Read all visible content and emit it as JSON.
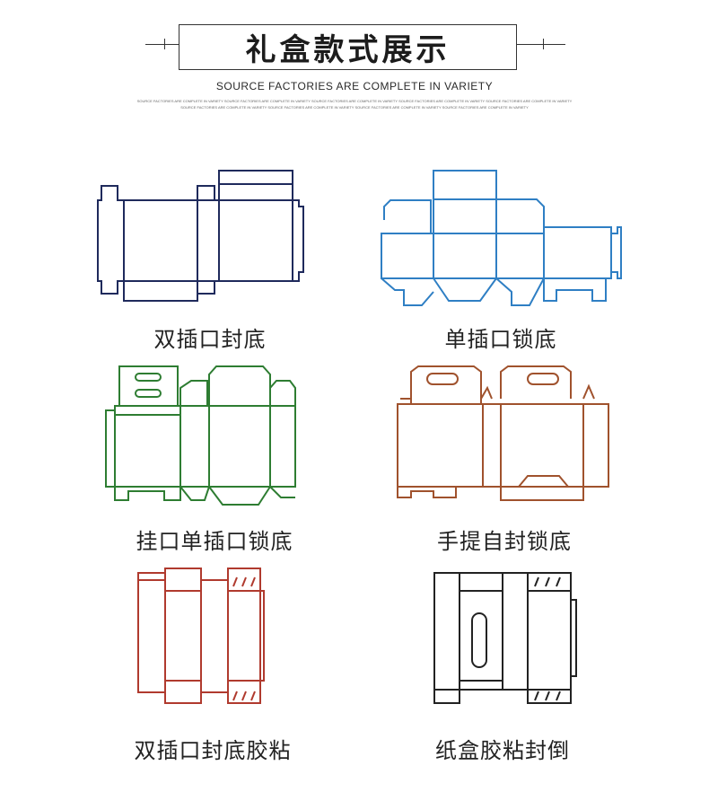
{
  "header": {
    "title": "礼盒款式展示",
    "subtitle": "SOURCE FACTORIES ARE COMPLETE IN VARIETY",
    "micro_line_1": "SOURCE FACTORIES ARE COMPLETE IN VARIETY SOURCE FACTORIES ARE COMPLETE IN VARIETY SOURCE FACTORIES ARE COMPLETE IN VARIETY SOURCE FACTORIES ARE COMPLETE IN VARIETY SOURCE FACTORIES ARE COMPLETE IN VARIETY",
    "micro_line_2": "SOURCE FACTORIES ARE COMPLETE IN VARIETY SOURCE FACTORIES ARE COMPLETE IN VARIETY SOURCE FACTORIES ARE COMPLETE IN VARIETY SOURCE FACTORIES ARE COMPLETE IN VARIETY"
  },
  "boxes": [
    {
      "caption": "双插口封底",
      "color": "#1f2a5c",
      "icon": "double-tuck-box-dieline-icon"
    },
    {
      "caption": "单插口锁底",
      "color": "#2f7fc4",
      "icon": "single-tuck-lock-bottom-dieline-icon"
    },
    {
      "caption": "挂口单插口锁底",
      "color": "#2e7d32",
      "icon": "hanger-tuck-lock-bottom-dieline-icon"
    },
    {
      "caption": "手提自封锁底",
      "color": "#a0522d",
      "icon": "handle-self-lock-dieline-icon"
    },
    {
      "caption": "双插口封底胶粘",
      "color": "#b03a2e",
      "icon": "double-tuck-glued-dieline-icon"
    },
    {
      "caption": "纸盒胶粘封倒",
      "color": "#222222",
      "icon": "paper-box-glued-dieline-icon"
    }
  ]
}
